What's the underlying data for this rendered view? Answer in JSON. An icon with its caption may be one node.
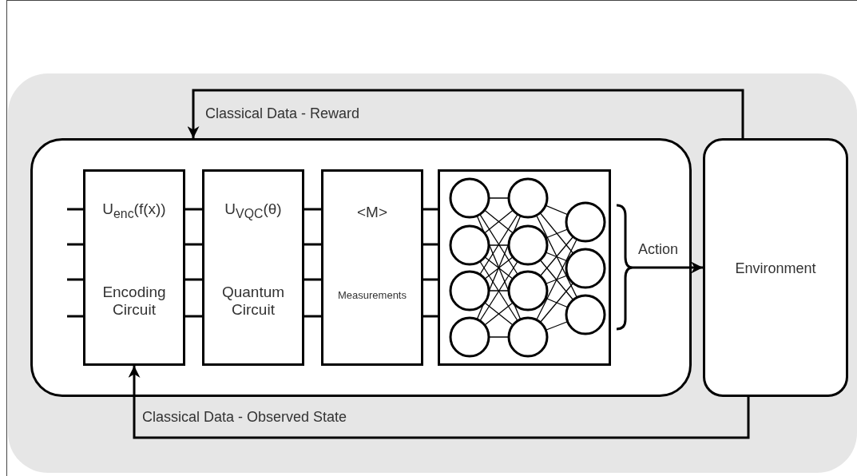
{
  "diagram": {
    "nodes": [
      {
        "text": [],
        "shape": "box"
      },
      {
        "text": [
          "U$_{enc}$(f(x))",
          "Encoding Circuit"
        ],
        "in": 0
      },
      {
        "text": [
          "U$_{VQC}$(θ)",
          "Quantum Circuit"
        ],
        "in": 0
      },
      {
        "text": [
          "<M>",
          "Measurements"
        ],
        "in": 0
      },
      {
        "text": [],
        "shape": "box",
        "in": 0
      },
      {
        "text": [
          "Environment"
        ]
      }
    ],
    "edges": [
      {
        "from": null,
        "to": 1,
        "arrow": "none"
      },
      {
        "from": null,
        "to": 1,
        "arrow": "none"
      },
      {
        "from": null,
        "to": 1,
        "arrow": "none"
      },
      {
        "from": null,
        "to": 1,
        "arrow": "none"
      },
      {
        "from": 1,
        "to": 2,
        "arrow": "none"
      },
      {
        "from": 1,
        "to": 2,
        "arrow": "none"
      },
      {
        "from": 1,
        "to": 2,
        "arrow": "none"
      },
      {
        "from": 1,
        "to": 2,
        "arrow": "none"
      },
      {
        "from": 2,
        "to": 3,
        "arrow": "none"
      },
      {
        "from": 2,
        "to": 3,
        "arrow": "none"
      },
      {
        "from": 2,
        "to": 3,
        "arrow": "none"
      },
      {
        "from": 2,
        "to": 3,
        "arrow": "none"
      },
      {
        "from": 3,
        "to": 4,
        "arrow": "none"
      },
      {
        "from": 3,
        "to": 4,
        "arrow": "none"
      },
      {
        "from": 3,
        "to": 4,
        "arrow": "none"
      },
      {
        "from": 3,
        "to": 4,
        "arrow": "none"
      },
      {
        "from": 4,
        "to": 5,
        "arrow": "to",
        "label": "Action"
      },
      {
        "from": 5,
        "to": 0,
        "arrow": "to",
        "label": "Classical Data - Reward"
      },
      {
        "from": 5,
        "to": 1,
        "arrow": "to",
        "label": "Classical Data - Observed State"
      }
    ]
  }
}
